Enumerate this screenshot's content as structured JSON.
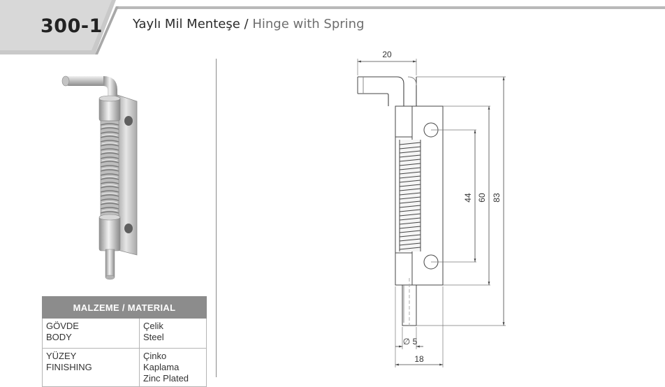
{
  "header": {
    "code": "300-1",
    "title_tr": "Yaylı Mil Menteşe",
    "title_sep": "/",
    "title_en": "Hinge with Spring"
  },
  "material_table": {
    "heading": "MALZEME / MATERIAL",
    "rows": [
      {
        "label_tr": "GÖVDE",
        "label_en": "BODY",
        "value_tr": "Çelik",
        "value_en": "Steel"
      },
      {
        "label_tr": "YÜZEY",
        "label_en": "FINISHING",
        "value_tr": "Çinko Kaplama",
        "value_en": "Zinc Plated"
      }
    ]
  },
  "dimensions": {
    "pin_width": "20",
    "hole_spacing": "44",
    "body_length": "60",
    "total_length": "83",
    "pin_diameter": "5",
    "body_width": "18",
    "diameter_symbol": "∅"
  },
  "colors": {
    "header_grey": "#b4b4b4",
    "table_header": "#8c8c8c"
  }
}
